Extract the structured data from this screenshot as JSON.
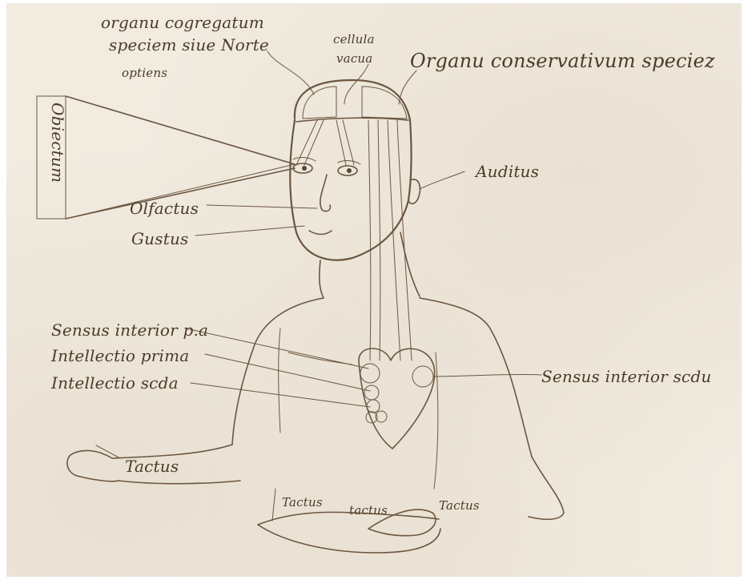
{
  "labels": {
    "top_left_line1": "organu cogregatum",
    "top_left_line2": "speciem siue Norte",
    "top_left_line3": "optiens",
    "cellula_line1": "cellula",
    "cellula_line2": "vacua",
    "organ_top_right": "Organu conservativum speciez",
    "obiectum": "Obiectum",
    "auditus": "Auditus",
    "olfactus": "Olfactus",
    "gustus": "Gustus",
    "sensus_interior_prima": "Sensus interior p.a",
    "intellectio_prima": "Intellectio prima",
    "intellectio_secunda": "Intellectio scda",
    "sensus_interior_secunda": "Sensus interior scdu",
    "tactus_left_hand": "Tactus",
    "tactus_belly_left": "Tactus",
    "tactus_belly_center": "tactus",
    "tactus_right_hand": "Tactus"
  },
  "colors": {
    "parchment": "#f1ebe0",
    "ink": "#6b5640",
    "text_ink": "#4d3b28"
  }
}
